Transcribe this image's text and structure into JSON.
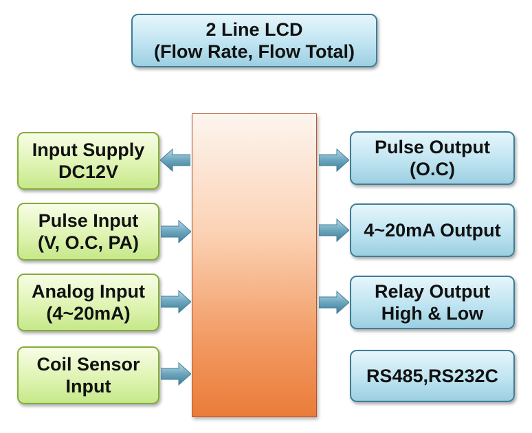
{
  "lcd": {
    "line1": "2 Line LCD",
    "line2": "(Flow Rate, Flow Total)"
  },
  "inputs": [
    {
      "line1": "Input Supply",
      "line2": "DC12V",
      "arrow_direction": "outward"
    },
    {
      "line1": "Pulse Input",
      "line2": "(V, O.C, PA)",
      "arrow_direction": "inward"
    },
    {
      "line1": "Analog Input",
      "line2": "(4~20mA)",
      "arrow_direction": "inward"
    },
    {
      "line1": "Coil Sensor",
      "line2": "Input",
      "arrow_direction": "inward"
    }
  ],
  "outputs": [
    {
      "line1": "Pulse Output",
      "line2": "(O.C)",
      "has_arrow": true
    },
    {
      "line1": "4~20mA Output",
      "line2": "",
      "has_arrow": true
    },
    {
      "line1": "Relay Output",
      "line2": "High & Low",
      "has_arrow": true
    },
    {
      "line1": "RS485,RS232C",
      "line2": "",
      "has_arrow": false
    }
  ],
  "colors": {
    "blue_box_fill": "#bfe4f1",
    "blue_box_border": "#3f7d97",
    "green_box_fill": "#dff4b3",
    "green_box_border": "#84ad3a",
    "core_fill_top": "#fdf5ef",
    "core_fill_bottom": "#ea7c3a",
    "arrow_fill": "#6ba5bd"
  }
}
